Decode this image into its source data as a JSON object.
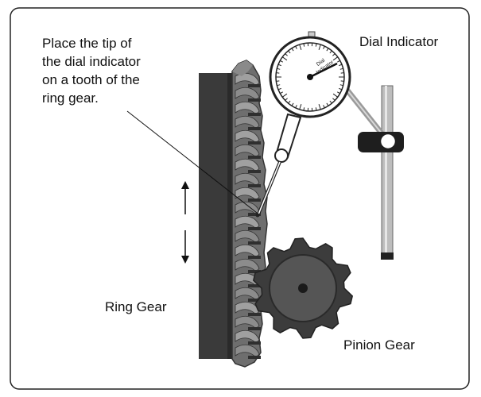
{
  "labels": {
    "instruction": [
      "Place the tip of",
      "the dial indicator",
      "on a tooth of the",
      "ring gear."
    ],
    "dial_indicator": "Dial Indicator",
    "ring_gear": "Ring Gear",
    "pinion_gear": "Pinion Gear",
    "dial_face": [
      "Dial",
      "Indicator"
    ]
  },
  "colors": {
    "frame": "#222222",
    "backplate": "#3a3a3a",
    "gear_dark": "#4a4a4a",
    "gear_mid": "#6e6e6e",
    "gear_light": "#a0a0a0",
    "pinion_body": "#3c3c3c",
    "pinion_hub": "#555555",
    "stand_rod": "#bdbdbd",
    "clamp": "#1e1e1e"
  },
  "icons": [
    "double-arrow-icon"
  ]
}
